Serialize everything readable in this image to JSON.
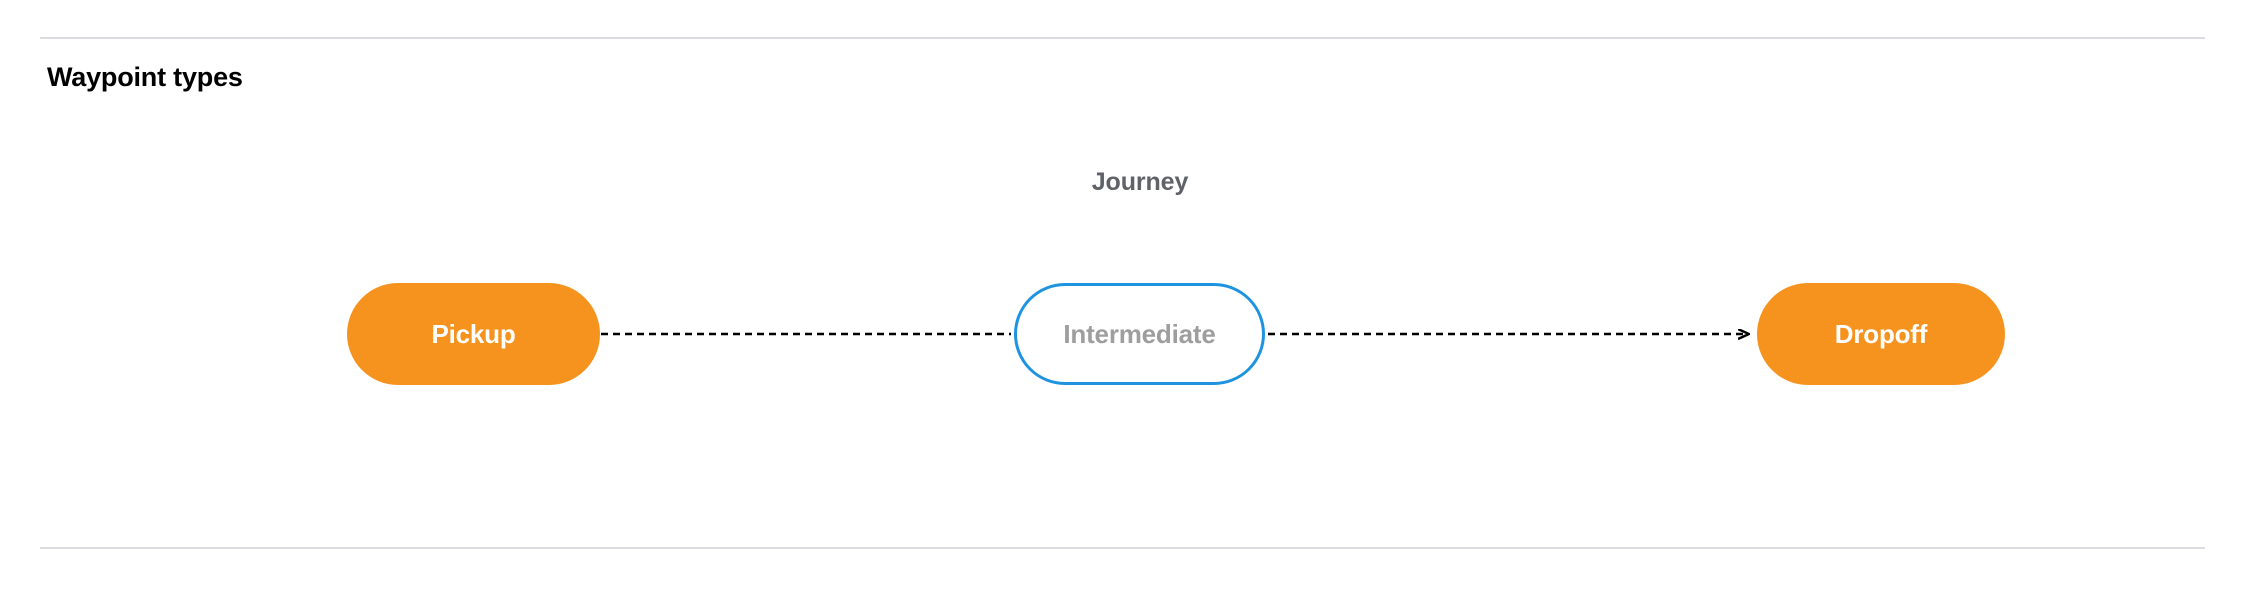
{
  "page": {
    "title": "Waypoint types"
  },
  "diagram": {
    "journey_label": "Journey",
    "nodes": [
      {
        "id": "pickup",
        "label": "Pickup",
        "style": "filled",
        "fill": "#f5931e",
        "text_color": "#ffffff"
      },
      {
        "id": "intermediate",
        "label": "Intermediate",
        "style": "outlined",
        "border_color": "#1e94e0",
        "text_color": "#9e9e9e"
      },
      {
        "id": "dropoff",
        "label": "Dropoff",
        "style": "filled",
        "fill": "#f5931e",
        "text_color": "#ffffff"
      }
    ],
    "edges": [
      {
        "from": "pickup",
        "to": "intermediate",
        "style": "dashed",
        "arrowhead": false,
        "color": "#000000"
      },
      {
        "from": "intermediate",
        "to": "dropoff",
        "style": "dashed",
        "arrowhead": true,
        "color": "#000000"
      }
    ]
  },
  "colors": {
    "divider": "#dadce0",
    "accent_orange": "#f5931e",
    "accent_blue": "#1e94e0",
    "muted_text": "#9e9e9e",
    "label_text": "#5f6368"
  }
}
